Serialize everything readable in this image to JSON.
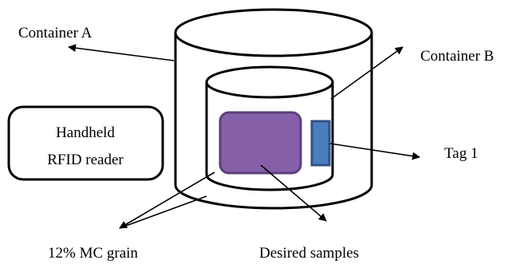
{
  "labels": {
    "container_a": "Container A",
    "container_b": "Container B",
    "reader_line1": "Handheld",
    "reader_line2": "RFID reader",
    "tag": "Tag 1",
    "grain": "12% MC grain",
    "samples": "Desired samples"
  },
  "colors": {
    "sample_fill": "#8560a8",
    "sample_stroke": "#5b3f7a",
    "tag_fill": "#4a7ebb",
    "tag_stroke": "#2e5286",
    "stroke": "#000000"
  }
}
